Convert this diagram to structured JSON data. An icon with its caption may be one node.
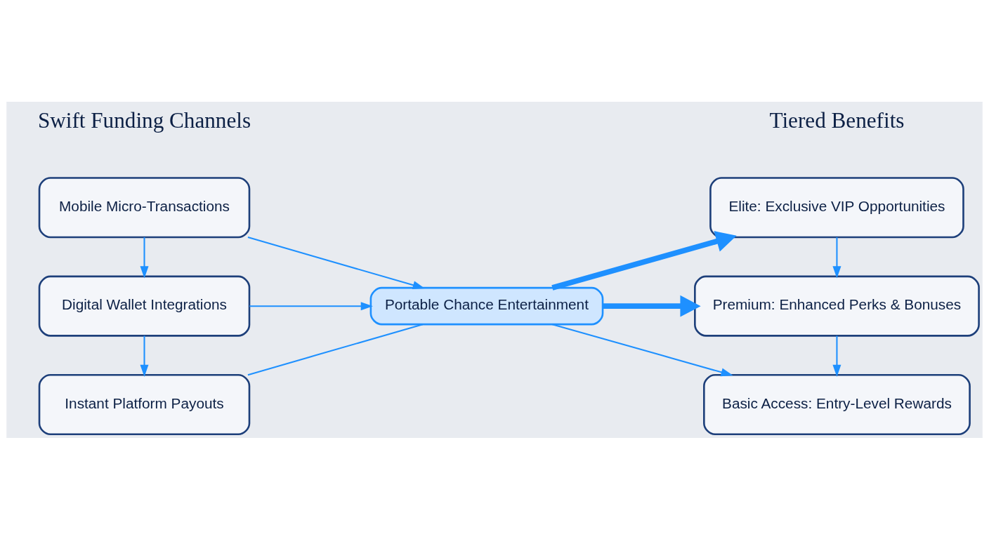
{
  "diagram": {
    "nodes": [
      {
        "text": [
          "Mobile Micro-Transactions"
        ]
      },
      {
        "text": [
          "Digital Wallet Integrations"
        ]
      },
      {
        "text": [
          "Instant Platform Payouts"
        ]
      },
      {
        "text": [
          "Portable Chance Entertainment"
        ]
      },
      {
        "text": [
          "Elite: Exclusive VIP Opportunities"
        ]
      },
      {
        "text": [
          "Premium: Enhanced Perks & Bonuses"
        ]
      },
      {
        "text": [
          "Basic Access: Entry-Level Rewards"
        ]
      }
    ],
    "edges": [
      {
        "from": 0,
        "to": 1,
        "arrow": "to"
      },
      {
        "from": 1,
        "to": 2,
        "arrow": "to"
      },
      {
        "from": 0,
        "to": 3,
        "arrow": "to"
      },
      {
        "from": 1,
        "to": 3,
        "arrow": "to"
      },
      {
        "from": 2,
        "to": 3,
        "arrow": "none"
      },
      {
        "from": 3,
        "to": 4,
        "arrow": "to",
        "style": "thick"
      },
      {
        "from": 3,
        "to": 5,
        "arrow": "to",
        "style": "thick"
      },
      {
        "from": 3,
        "to": 6,
        "arrow": "to"
      },
      {
        "from": 4,
        "to": 5,
        "arrow": "to"
      },
      {
        "from": 5,
        "to": 6,
        "arrow": "to"
      }
    ],
    "labels": [
      "Swift Funding Channels",
      "Tiered Benefits"
    ]
  }
}
